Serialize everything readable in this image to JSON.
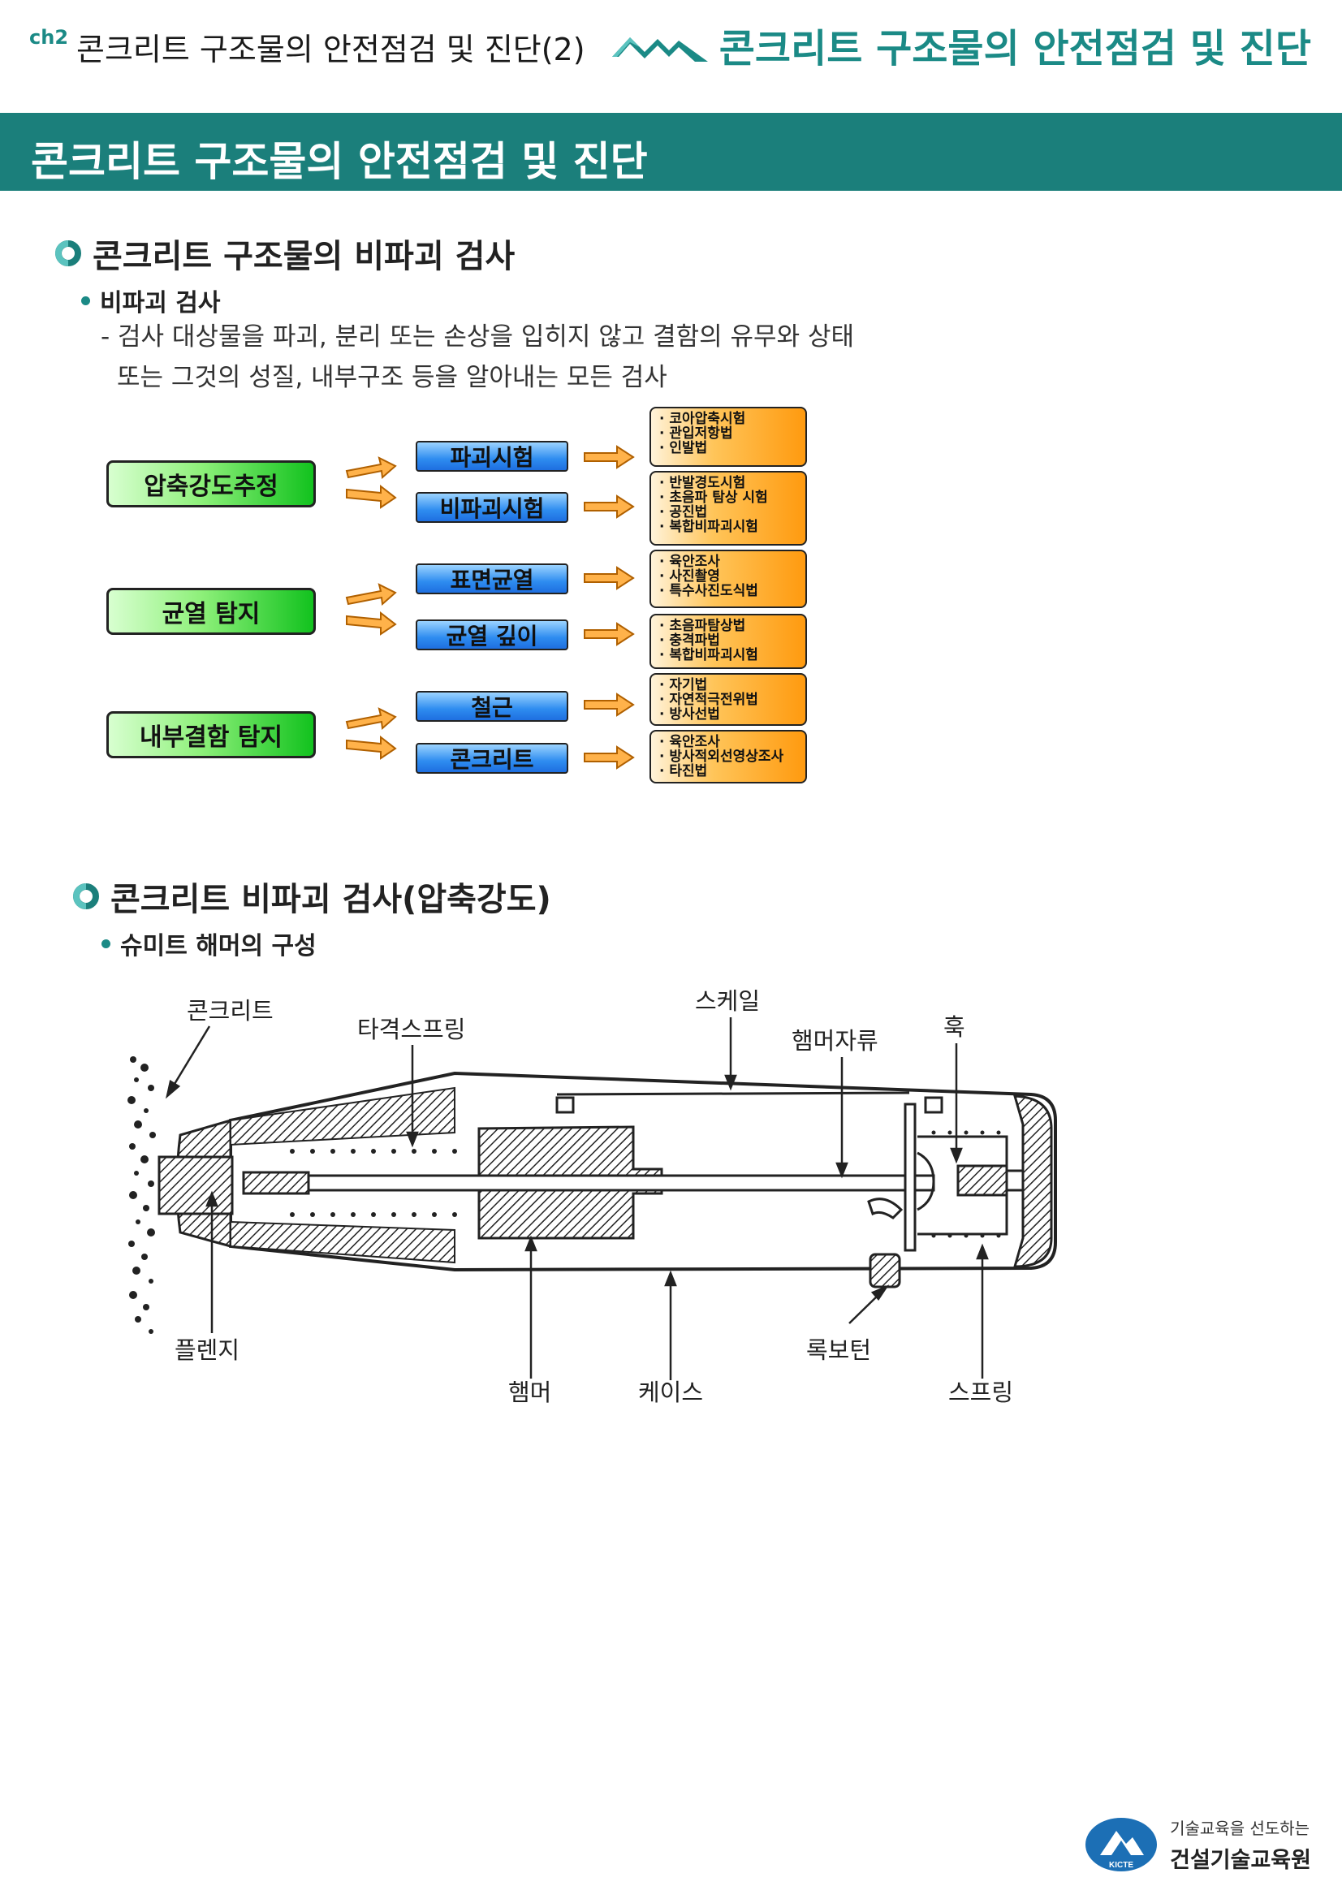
{
  "header": {
    "chapter": "ch2",
    "left_title": "콘크리트 구조물의 안전점검 및 진단(2)",
    "right_title": "콘크리트 구조물의 안전점검 및 진단"
  },
  "banner": {
    "title": "콘크리트 구조물의 안전점검 및 진단"
  },
  "section1": {
    "title": "콘크리트 구조물의 비파괴 검사",
    "sub": "비파괴 검사",
    "desc_line1": "- 검사 대상물을 파괴, 분리 또는 손상을 입히지 않고 결함의 유무와 상태",
    "desc_line2": "또는 그것의 성질, 내부구조 등을 알아내는 모든 검사"
  },
  "diagram": {
    "groups": [
      {
        "label": "압축강도추정",
        "items": [
          {
            "label": "파괴시험",
            "methods": [
              "코아압축시험",
              "관입저항법",
              "인발법"
            ]
          },
          {
            "label": "비파괴시험",
            "methods": [
              "반발경도시험",
              "초음파 탐상 시험",
              "공진법",
              "복합비파괴시험"
            ]
          }
        ]
      },
      {
        "label": "균열 탐지",
        "items": [
          {
            "label": "표면균열",
            "methods": [
              "육안조사",
              "사진촬영",
              "특수사진도식법"
            ]
          },
          {
            "label": "균열 깊이",
            "methods": [
              "초음파탐상법",
              "충격파법",
              "복합비파괴시험"
            ]
          }
        ]
      },
      {
        "label": "내부결함 탐지",
        "items": [
          {
            "label": "철근",
            "methods": [
              "자기법",
              "자연적극전위법",
              "방사선법"
            ]
          },
          {
            "label": "콘크리트",
            "methods": [
              "육안조사",
              "방사적외선영상조사",
              "타진법"
            ]
          }
        ]
      }
    ]
  },
  "section2": {
    "title": "콘크리트 비파괴 검사(압축강도)",
    "sub": "슈미트 해머의 구성"
  },
  "hammer_labels": {
    "concrete": "콘크리트",
    "striking_spring": "타격스프링",
    "scale": "스케일",
    "guide_rod": "햄머자류",
    "hook": "훅",
    "plunger": "플렌지",
    "hammer": "햄머",
    "case": "케이스",
    "lock_button": "록보턴",
    "spring": "스프링"
  },
  "footer": {
    "emblem_text": "KICTE",
    "slogan": "기술교육을 선도하는",
    "org": "건설기술교육원"
  },
  "colors": {
    "teal": "#1b7f7b",
    "accent": "#1b8a86",
    "green_box": "#12c21e",
    "blue_box": "#2e8cf0",
    "orange_box": "#ff9a0f"
  }
}
